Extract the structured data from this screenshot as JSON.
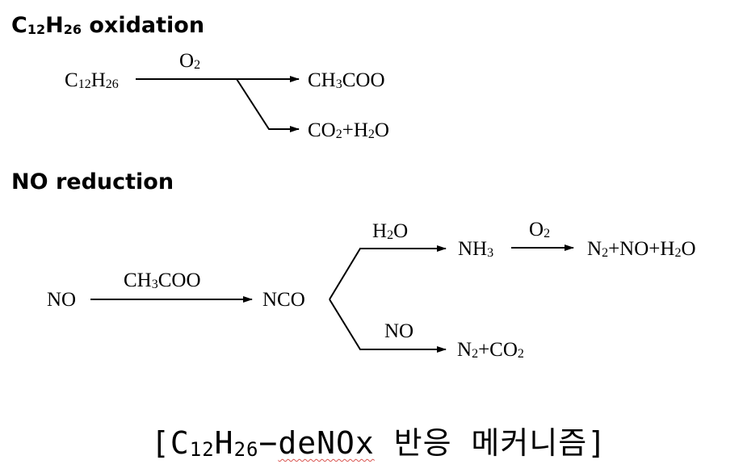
{
  "section1": {
    "heading": {
      "pre": "C",
      "n1": "12",
      "mid": "H",
      "n2": "26",
      "post": " oxidation"
    },
    "reactant": {
      "a": "C",
      "n1": "12",
      "b": "H",
      "n2": "26"
    },
    "reagent": {
      "a": "O",
      "n": "2"
    },
    "product_top": {
      "a": "CH",
      "n": "3",
      "b": "COO"
    },
    "product_bottom": {
      "a": "CO",
      "n1": "2",
      "b": "+H",
      "n2": "2",
      "c": "O"
    }
  },
  "section2": {
    "heading": "NO reduction",
    "reactant": "NO",
    "reagent": {
      "a": "CH",
      "n": "3",
      "b": "COO"
    },
    "intermediate": "NCO",
    "upper_reagent": {
      "a": "H",
      "n": "2",
      "b": "O"
    },
    "upper_product": {
      "a": "NH",
      "n": "3"
    },
    "upper_reagent2": {
      "a": "O",
      "n": "2"
    },
    "upper_final": {
      "a": "N",
      "n1": "2",
      "b": "+NO+H",
      "n2": "2",
      "c": "O"
    },
    "lower_reagent": "NO",
    "lower_product": {
      "a": "N",
      "n1": "2",
      "b": "+CO",
      "n2": "2"
    }
  },
  "caption": {
    "open": "[C",
    "n1": "12",
    "mid": "H",
    "n2": "26",
    "dash": "−",
    "denox": "deNOx",
    "rest": " 반응 메커니즘]"
  }
}
